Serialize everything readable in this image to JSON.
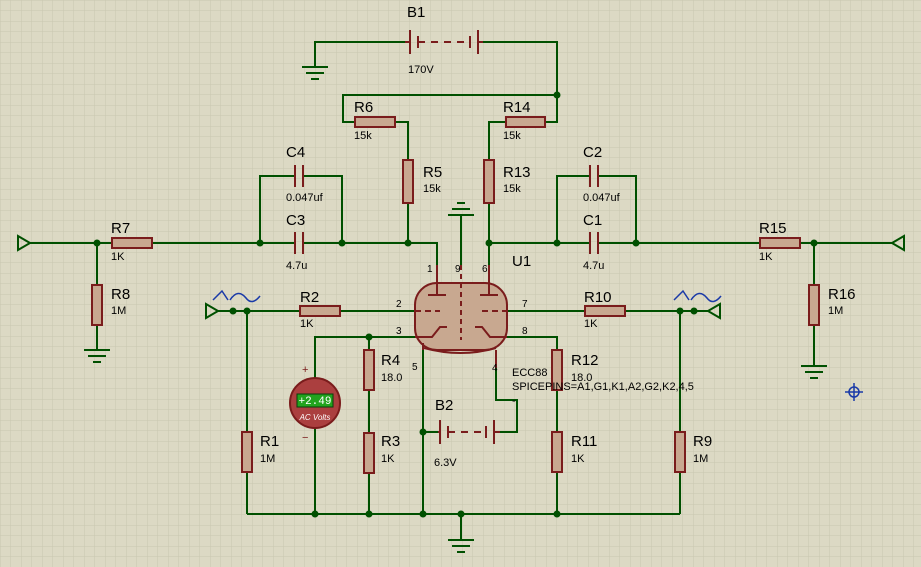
{
  "colors": {
    "background": "#dcd9c4",
    "grid": "#c9c6b0",
    "wire": "#005000",
    "component": "#7a1c1c",
    "resistor_fill": "#c8a890",
    "voltmeter_fill": "#ab3f3f",
    "voltmeter_display": "#22a31e",
    "probe": "#1a3aa8"
  },
  "components": {
    "b1": {
      "ref": "B1",
      "value": "170V"
    },
    "b2": {
      "ref": "B2",
      "value": "6.3V"
    },
    "r1": {
      "ref": "R1",
      "value": "1M"
    },
    "r2": {
      "ref": "R2",
      "value": "1K"
    },
    "r3": {
      "ref": "R3",
      "value": "1K"
    },
    "r4": {
      "ref": "R4",
      "value": "18.0"
    },
    "r5": {
      "ref": "R5",
      "value": "15k"
    },
    "r6": {
      "ref": "R6",
      "value": "15k"
    },
    "r7": {
      "ref": "R7",
      "value": "1K"
    },
    "r8": {
      "ref": "R8",
      "value": "1M"
    },
    "r9": {
      "ref": "R9",
      "value": "1M"
    },
    "r10": {
      "ref": "R10",
      "value": "1K"
    },
    "r11": {
      "ref": "R11",
      "value": "1K"
    },
    "r12": {
      "ref": "R12",
      "value": "18.0"
    },
    "r13": {
      "ref": "R13",
      "value": "15k"
    },
    "r14": {
      "ref": "R14",
      "value": "15k"
    },
    "r15": {
      "ref": "R15",
      "value": "1K"
    },
    "r16": {
      "ref": "R16",
      "value": "1M"
    },
    "c1": {
      "ref": "C1",
      "value": "4.7u"
    },
    "c2": {
      "ref": "C2",
      "value": "0.047uf"
    },
    "c3": {
      "ref": "C3",
      "value": "4.7u"
    },
    "c4": {
      "ref": "C4",
      "value": "0.047uf"
    },
    "u1": {
      "ref": "U1",
      "part": "ECC88",
      "spice": "SPICEPINS=A1,G1,K1,A2,G2,K2,4,5",
      "pins": [
        "1",
        "9",
        "6",
        "2",
        "7",
        "3",
        "8",
        "5",
        "4"
      ]
    }
  },
  "voltmeter": {
    "reading": "+2.49",
    "unit": "AC Volts",
    "plus": "+",
    "minus": "−"
  }
}
